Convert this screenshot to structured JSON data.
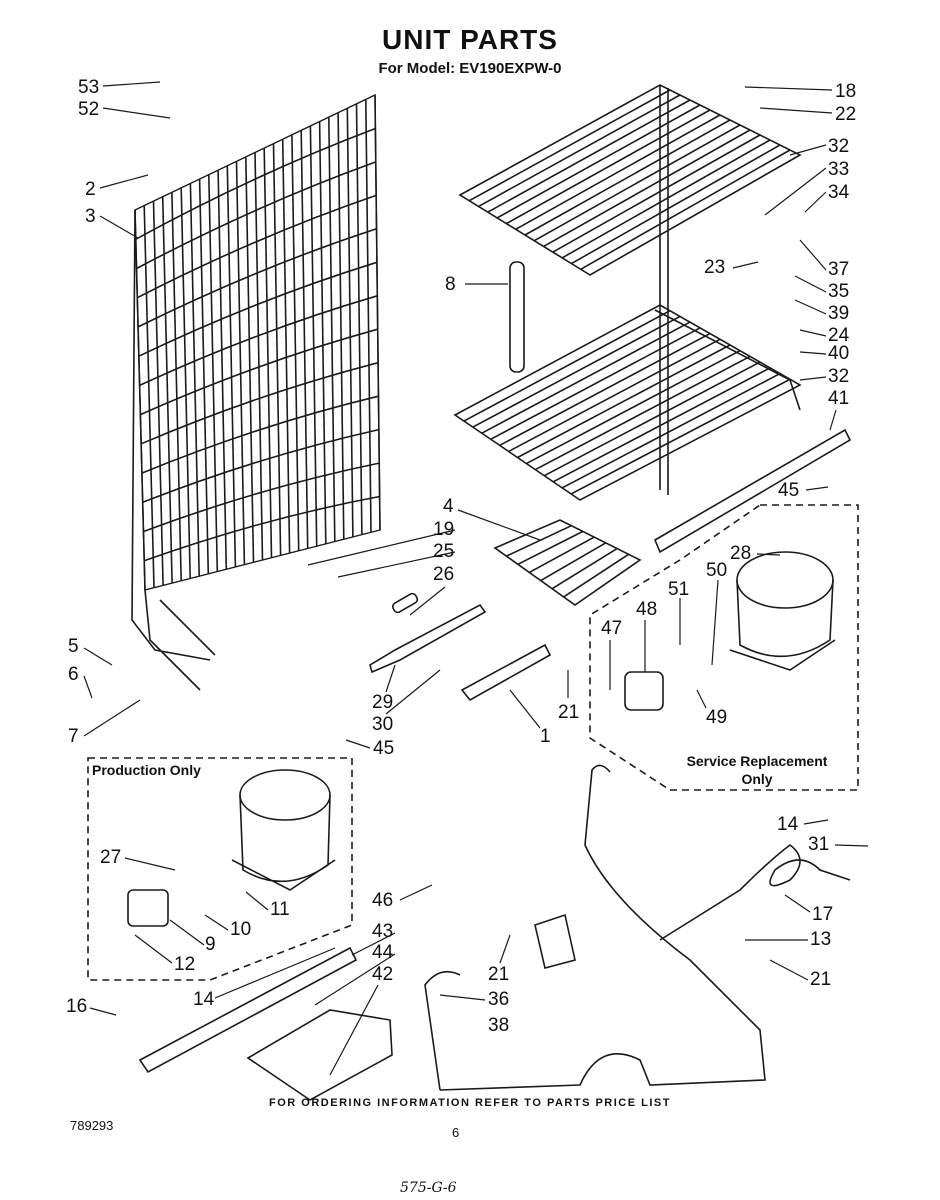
{
  "header": {
    "title": "UNIT PARTS",
    "model_line": "For Model: EV190EXPW-0"
  },
  "boxes": {
    "production": "Production Only",
    "service_line1": "Service Replacement",
    "service_line2": "Only"
  },
  "footer": {
    "ordering": "FOR ORDERING INFORMATION REFER TO PARTS PRICE LIST",
    "doc_number": "789293",
    "page_number": "6",
    "handwritten": "575-G-6"
  },
  "labels": [
    "53",
    "52",
    "2",
    "3",
    "8",
    "5",
    "6",
    "7",
    "18",
    "22",
    "32",
    "33",
    "34",
    "23",
    "37",
    "35",
    "39",
    "24",
    "40",
    "32",
    "41",
    "45",
    "4",
    "19",
    "25",
    "26",
    "29",
    "30",
    "1",
    "21",
    "28",
    "51",
    "50",
    "48",
    "47",
    "49",
    "45",
    "14",
    "31",
    "27",
    "11",
    "10",
    "9",
    "12",
    "17",
    "13",
    "21",
    "46",
    "43",
    "44",
    "42",
    "16",
    "14",
    "21",
    "36",
    "38"
  ]
}
